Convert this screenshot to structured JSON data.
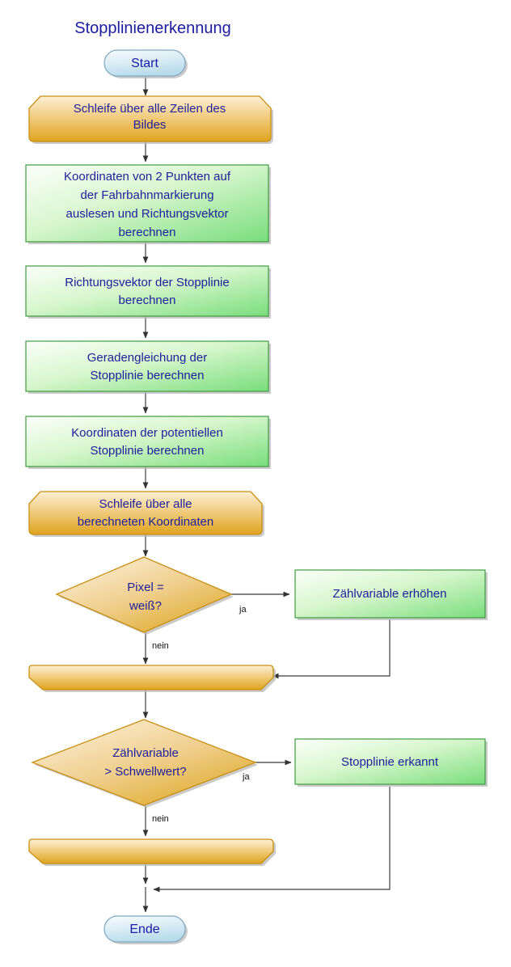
{
  "title": "Stopplinienerkennung",
  "colors": {
    "text": "#20209c",
    "green_fill_light": "#f4fdf2",
    "green_fill_dark": "#7fdd7f",
    "green_border": "#3f9a3f",
    "orange_fill_light": "#fdf3dd",
    "orange_fill_dark": "#e0a520",
    "orange_border": "#c98f12",
    "blue_fill_light": "#f0f8fc",
    "blue_fill_dark": "#c3e0ee",
    "blue_border": "#7fa8c0",
    "line": "#5a5a5a",
    "shadow": "#b9b9b9"
  },
  "chart_data": {
    "type": "diagram",
    "diagram_kind": "flowchart",
    "title": "Stopplinienerkennung",
    "nodes": [
      {
        "id": "start",
        "shape": "terminator",
        "label": "Start",
        "color": "blue"
      },
      {
        "id": "loop1",
        "shape": "loop-start",
        "label": "Schleife über alle Zeilen des Bildes",
        "color": "orange"
      },
      {
        "id": "koord2",
        "shape": "process",
        "label": "Koordinaten von 2 Punkten auf der Fahrbahnmarkierung auslesen und Richtungsvektor berechnen",
        "color": "green"
      },
      {
        "id": "richtvek",
        "shape": "process",
        "label": "Richtungsvektor der Stopplinie berechnen",
        "color": "green"
      },
      {
        "id": "geraden",
        "shape": "process",
        "label": "Geradengleichung der Stopplinie berechnen",
        "color": "green"
      },
      {
        "id": "koordpot",
        "shape": "process",
        "label": "Koordinaten der potentiellen Stopplinie berechnen",
        "color": "green"
      },
      {
        "id": "loop2",
        "shape": "loop-start",
        "label": "Schleife über alle berechneten Koordinaten",
        "color": "orange"
      },
      {
        "id": "pixelweiss",
        "shape": "decision",
        "label": "Pixel = weiß?",
        "color": "orange"
      },
      {
        "id": "zaehlerhoehen",
        "shape": "process",
        "label": "Zählvariable erhöhen",
        "color": "green"
      },
      {
        "id": "loopend2",
        "shape": "loop-end",
        "label": "",
        "color": "orange"
      },
      {
        "id": "schwellwert",
        "shape": "decision",
        "label": "Zählvariable > Schwellwert?",
        "color": "orange"
      },
      {
        "id": "erkannt",
        "shape": "process",
        "label": "Stopplinie erkannt",
        "color": "green"
      },
      {
        "id": "loopend1",
        "shape": "loop-end",
        "label": "",
        "color": "orange"
      },
      {
        "id": "ende",
        "shape": "terminator",
        "label": "Ende",
        "color": "blue"
      }
    ],
    "edges": [
      {
        "from": "start",
        "to": "loop1",
        "label": ""
      },
      {
        "from": "loop1",
        "to": "koord2",
        "label": ""
      },
      {
        "from": "koord2",
        "to": "richtvek",
        "label": ""
      },
      {
        "from": "richtvek",
        "to": "geraden",
        "label": ""
      },
      {
        "from": "geraden",
        "to": "koordpot",
        "label": ""
      },
      {
        "from": "koordpot",
        "to": "loop2",
        "label": ""
      },
      {
        "from": "loop2",
        "to": "pixelweiss",
        "label": ""
      },
      {
        "from": "pixelweiss",
        "to": "zaehlerhoehen",
        "label": "ja"
      },
      {
        "from": "pixelweiss",
        "to": "loopend2",
        "label": "nein"
      },
      {
        "from": "zaehlerhoehen",
        "to": "loopend2",
        "label": ""
      },
      {
        "from": "loopend2",
        "to": "schwellwert",
        "label": ""
      },
      {
        "from": "schwellwert",
        "to": "erkannt",
        "label": "ja"
      },
      {
        "from": "schwellwert",
        "to": "loopend1",
        "label": "nein"
      },
      {
        "from": "loopend1",
        "to": "ende",
        "label": ""
      },
      {
        "from": "erkannt",
        "to": "ende",
        "label": ""
      }
    ]
  },
  "nodes": {
    "start": {
      "label": "Start"
    },
    "loop1": {
      "line1": "Schleife über alle Zeilen des",
      "line2": "Bildes"
    },
    "koord2": {
      "line1": "Koordinaten von 2 Punkten auf",
      "line2": "der Fahrbahnmarkierung",
      "line3": "auslesen und Richtungsvektor",
      "line4": "berechnen"
    },
    "richtvek": {
      "line1": "Richtungsvektor der Stopplinie",
      "line2": "berechnen"
    },
    "geraden": {
      "line1": "Geradengleichung der",
      "line2": "Stopplinie berechnen"
    },
    "koordpot": {
      "line1": "Koordinaten der potentiellen",
      "line2": "Stopplinie berechnen"
    },
    "loop2": {
      "line1": "Schleife über alle",
      "line2": "berechneten Koordinaten"
    },
    "pixelweiss": {
      "line1": "Pixel =",
      "line2": "weiß?"
    },
    "zaehlerhoehen": {
      "label": "Zählvariable erhöhen"
    },
    "schwellwert": {
      "line1": "Zählvariable",
      "line2": "> Schwellwert?"
    },
    "erkannt": {
      "label": "Stopplinie erkannt"
    },
    "ende": {
      "label": "Ende"
    }
  },
  "edge_labels": {
    "pixel_ja": "ja",
    "pixel_nein": "nein",
    "schwell_ja": "ja",
    "schwell_nein": "nein"
  }
}
